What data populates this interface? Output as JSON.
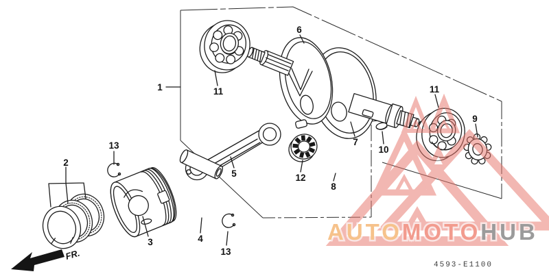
{
  "diagram": {
    "kind": "exploded-parts-diagram",
    "footer": {
      "drawing_code": "4593-E1100"
    },
    "front_marker": {
      "label": "FR."
    },
    "callouts": [
      {
        "n": "1"
      },
      {
        "n": "2"
      },
      {
        "n": "3"
      },
      {
        "n": "4"
      },
      {
        "n": "5"
      },
      {
        "n": "6"
      },
      {
        "n": "7"
      },
      {
        "n": "8"
      },
      {
        "n": "9"
      },
      {
        "n": "10"
      },
      {
        "n": "11"
      },
      {
        "n": "11"
      },
      {
        "n": "12"
      },
      {
        "n": "13"
      },
      {
        "n": "13"
      }
    ]
  },
  "watermark": {
    "word_a": "AUTO",
    "word_b": "MOTO",
    "word_c": "HUB",
    "triangle_color": "#E8766C",
    "color_a": "#F6C28B",
    "color_b": "#F29B8E",
    "color_c": "#9B9B9B"
  }
}
